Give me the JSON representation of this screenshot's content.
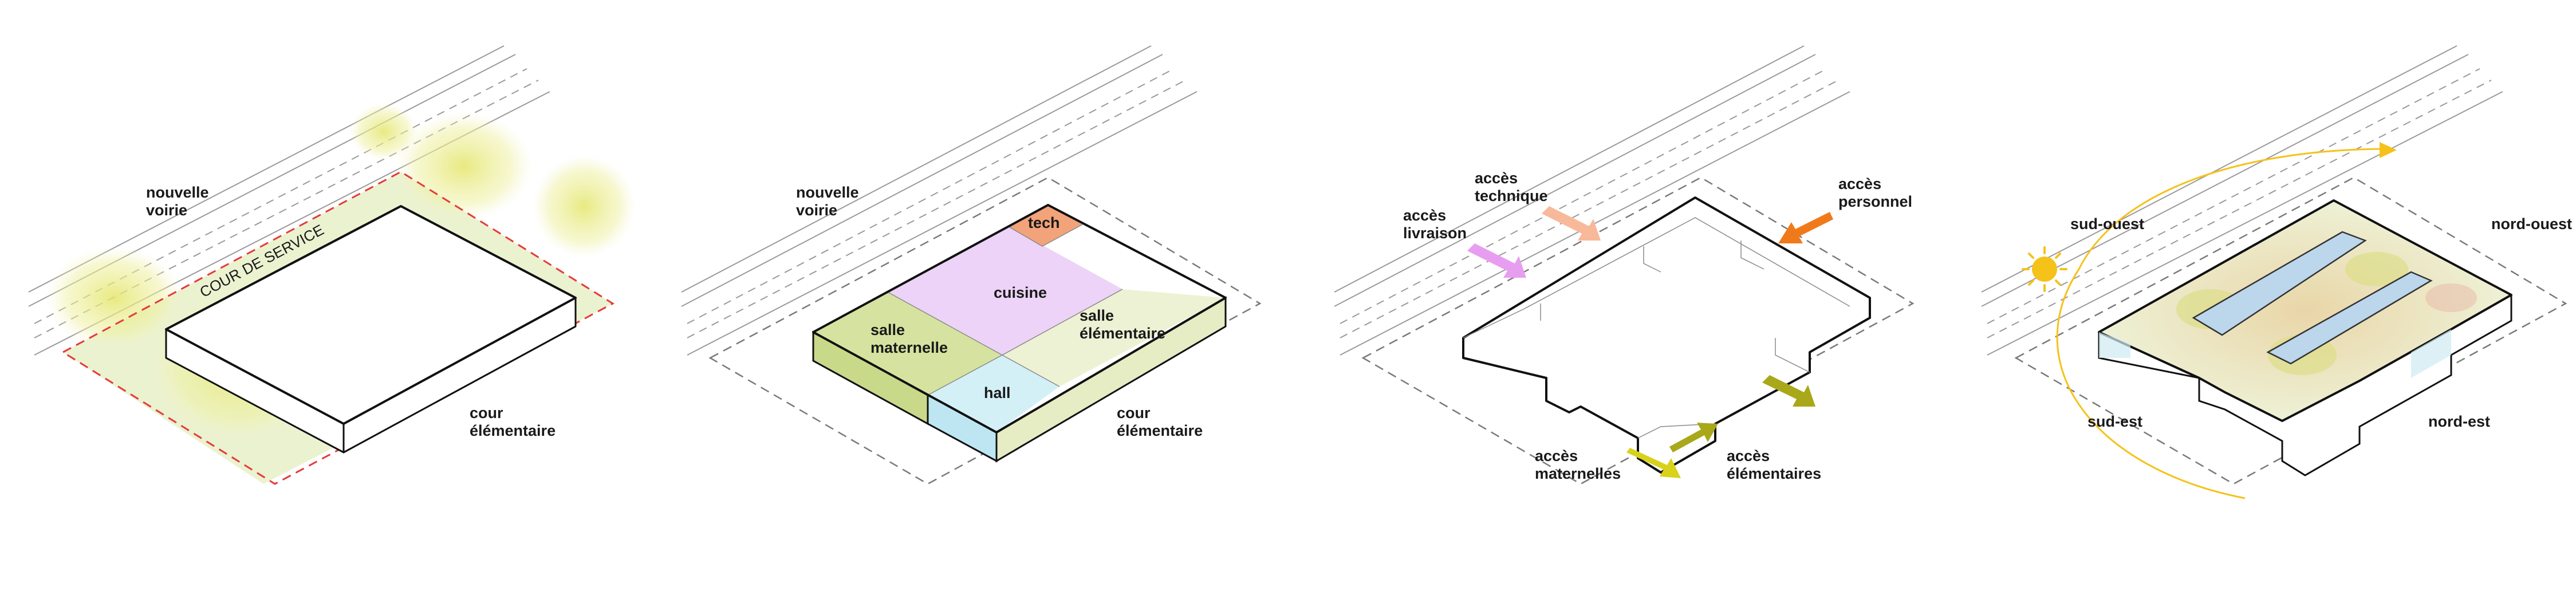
{
  "colors": {
    "service_court_outline": "#e53b3b",
    "vegetation": "#d8e6a0",
    "tech": "#f2a37a",
    "cuisine": "#ecd3f7",
    "salle_maternelle": "#d6e3a0",
    "salle_elementaire": "#eef2d4",
    "hall": "#d4f0f7",
    "arrow_technique": "#f8b99a",
    "arrow_livraison": "#e89ef0",
    "arrow_personnel": "#f07a1a",
    "arrow_maternelles": "#d8d21a",
    "arrow_elementaires": "#a8a81a",
    "sun": "#f5c21a",
    "sun_path": "#f5c21a"
  },
  "panels": [
    {
      "id": "site",
      "labels": {
        "road": "nouvelle\nvoirie",
        "service_court": "COUR DE SERVICE",
        "court": "cour\nélémentaire"
      }
    },
    {
      "id": "program",
      "labels": {
        "road": "nouvelle\nvoirie",
        "tech": "tech",
        "cuisine": "cuisine",
        "salle_maternelle": "salle\nmaternelle",
        "salle_elementaire": "salle\nélémentaire",
        "hall": "hall",
        "court": "cour\nélémentaire"
      }
    },
    {
      "id": "access",
      "labels": {
        "acces_technique": "accès\ntechnique",
        "acces_livraison": "accès\nlivraison",
        "acces_personnel": "accès\npersonnel",
        "acces_maternelles": "accès\nmaternelles",
        "acces_elementaires": "accès\nélémentaires"
      }
    },
    {
      "id": "orientation",
      "labels": {
        "sud_ouest": "sud-ouest",
        "nord_ouest": "nord-ouest",
        "sud_est": "sud-est",
        "nord_est": "nord-est"
      },
      "icons": [
        "sun-icon",
        "sun-path-arrow-icon"
      ]
    }
  ]
}
